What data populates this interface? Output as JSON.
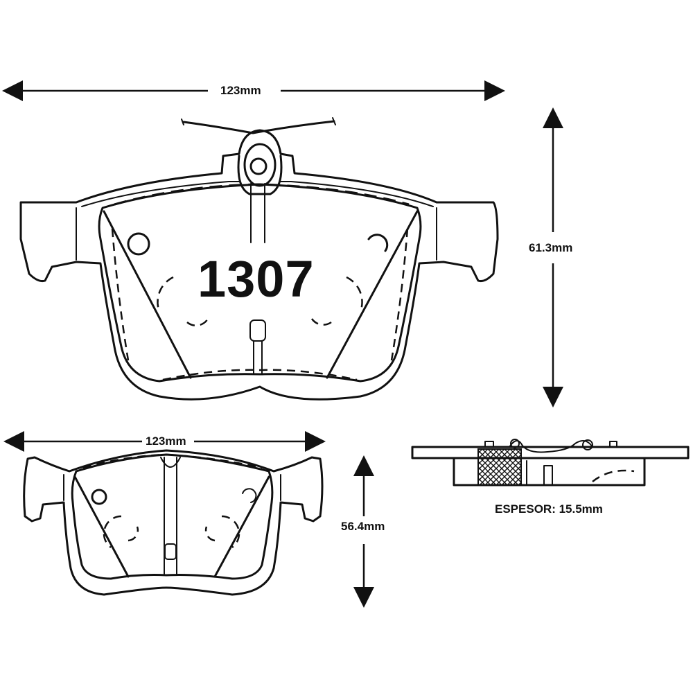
{
  "dimensions": {
    "top_width": "123mm",
    "top_height": "61.3mm",
    "bottom_width": "123mm",
    "bottom_height": "56.4mm",
    "thickness": "ESPESOR: 15.5mm"
  },
  "part_number": "1307"
}
